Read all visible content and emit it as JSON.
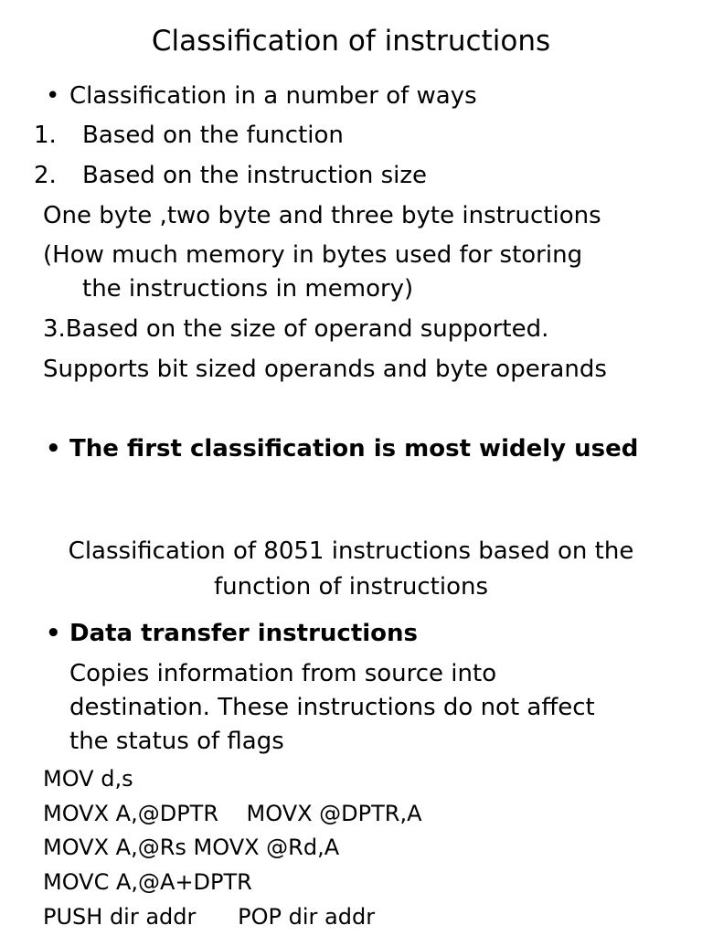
{
  "slide1": {
    "title": "Classification of instructions",
    "bullet_intro": "Classification in a number of ways",
    "items": [
      {
        "num": "1.",
        "text": "Based on the function"
      },
      {
        "num": "2.",
        "text": "Based on the instruction size"
      }
    ],
    "size_line": "One byte ,two byte and three byte instructions",
    "memory_line_1": "(How much memory in bytes used for storing",
    "memory_line_2": "the instructions in memory)",
    "operand_line": "3.Based on the size of operand supported.",
    "operand_support": "Supports bit sized operands and byte operands",
    "bullet_bold": "The first classification is most widely used"
  },
  "slide2": {
    "title_line_1": "Classification of 8051 instructions based on the",
    "title_line_2": "function of instructions",
    "bullet_heading": "Data transfer instructions",
    "desc_line_1": "Copies information from source into",
    "desc_line_2": "destination. These instructions do not affect",
    "desc_line_3": "the status of flags",
    "code_lines": [
      "MOV d,s",
      "MOVX A,@DPTR    MOVX @DPTR,A",
      "MOVX A,@Rs MOVX @Rd,A",
      "MOVC A,@A+DPTR",
      "PUSH dir addr      POP dir addr"
    ]
  }
}
